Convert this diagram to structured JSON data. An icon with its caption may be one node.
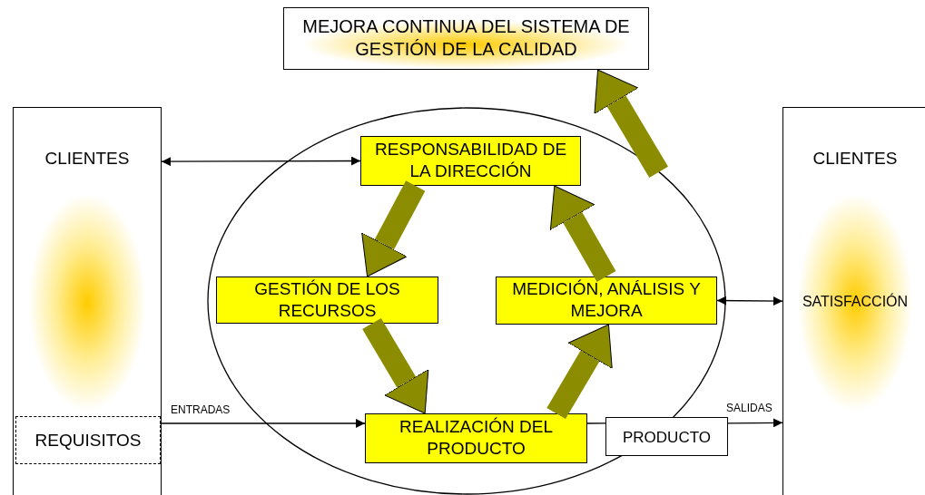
{
  "diagram": {
    "nodes": [
      {
        "text": [
          "MEJORA CONTINUA DEL SISTEMA DE GESTIÓN DE LA CALIDAD"
        ]
      },
      {
        "text": [
          "CLIENTES"
        ]
      },
      {
        "text": [
          "REQUISITOS"
        ],
        "in": 1
      },
      {
        "text": [],
        "shape": "ellipse"
      },
      {
        "text": [
          "RESPONSABILIDAD DE LA DIRECCIÓN"
        ],
        "in": 3
      },
      {
        "text": [
          "GESTIÓN DE LOS RECURSOS"
        ],
        "in": 3
      },
      {
        "text": [
          "MEDICIÓN, ANÁLISIS Y MEJORA"
        ],
        "in": 3
      },
      {
        "text": [
          "REALIZACIÓN DEL PRODUCTO"
        ],
        "in": 3
      },
      {
        "text": [
          "PRODUCTO"
        ]
      },
      {
        "text": [
          "CLIENTES",
          "SATISFACCIÓN"
        ]
      }
    ],
    "edges": [
      {
        "from": 1,
        "to": 4,
        "arrow": "both"
      },
      {
        "from": 6,
        "to": 9,
        "arrow": "both"
      },
      {
        "from": 2,
        "to": 7,
        "arrow": "to",
        "label": "ENTRADAS"
      },
      {
        "from": 7,
        "to": 8,
        "arrow": "none"
      },
      {
        "from": 8,
        "to": 9,
        "arrow": "to",
        "label": "SALIDAS"
      },
      {
        "from": 4,
        "to": 5,
        "arrow": "to",
        "style": "thick",
        "color": "#8c8c00"
      },
      {
        "from": 5,
        "to": 7,
        "arrow": "to",
        "style": "thick",
        "color": "#8c8c00"
      },
      {
        "from": 7,
        "to": 6,
        "arrow": "to",
        "style": "thick",
        "color": "#8c8c00"
      },
      {
        "from": 6,
        "to": 4,
        "arrow": "to",
        "style": "thick",
        "color": "#8c8c00"
      },
      {
        "from": 3,
        "to": 0,
        "arrow": "to",
        "style": "thick",
        "color": "#8c8c00"
      }
    ]
  }
}
